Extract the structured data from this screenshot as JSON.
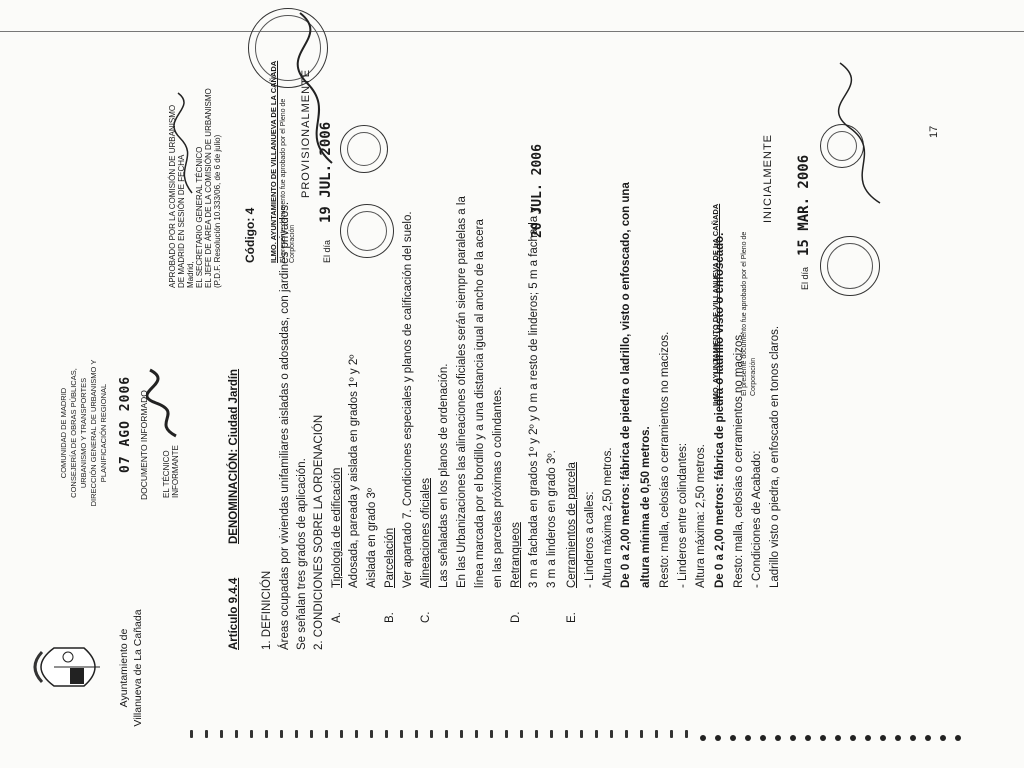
{
  "page_number": "17",
  "municipality": {
    "line1": "Ayuntamiento de",
    "line2": "Villanueva de La Cañada"
  },
  "header_agency": {
    "lines": [
      "COMUNIDAD DE MADRID",
      "CONSEJERÍA DE OBRAS PÚBLICAS,",
      "URBANISMO Y TRANSPORTES",
      "DIRECCIÓN GENERAL DE URBANISMO Y",
      "PLANIFICACIÓN REGIONAL"
    ],
    "stamp_date": "07 AGO 2006",
    "documento_informado": "DOCUMENTO INFORMADO",
    "tecnico_informante": "EL TÉCNICO INFORMANTE"
  },
  "approval_block": {
    "lines": [
      "APROBADO POR LA COMISIÓN DE URBANISMO",
      "DE MADRID EN SESIÓN DE FECHA",
      "Madrid,",
      "EL SECRETARIO GENERAL TÉCNICO",
      "EL JEFE DE ÁREA DE LA COMISIÓN DE URBANISMO",
      "(P.D.F. Resolución 10.333/06, de 6 de julio)"
    ]
  },
  "codigo": "Código: 4",
  "stamps": {
    "provisional": {
      "lines": [
        "ILMO. AYUNTAMIENTO DE VILLANUEVA DE LA CAÑADA",
        "El presente documento fue aprobado por el Pleno de",
        "Corporación"
      ],
      "state": "PROVISIONALMENTE",
      "el_dia": "El día",
      "date": "19 JUL. 2006"
    },
    "second_date": "20 JUL. 2006",
    "inicial": {
      "lines": [
        "ILMO. AYUNTAMIENTO DE VILLANUEVA DE LA CAÑADA",
        "El presente documento fue aprobado por el Pleno de",
        "Corporación"
      ],
      "state": "INICIALMENTE",
      "el_dia": "El día",
      "date": "15 MAR. 2006"
    }
  },
  "document": {
    "article_label": "Artículo 9.4.4",
    "denominacion": "DENOMINACIÓN: Ciudad Jardín",
    "lines": [
      "1.   DEFINICIÓN",
      "Áreas ocupadas por viviendas unifamiliares aisladas o adosadas, con jardines privados.",
      "Se señalan tres grados de aplicación.",
      "2.   CONDICIONES SOBRE LA ORDENACIÓN",
      "Tipología de edificación",
      "Adosada, pareada y aislada en grados 1º y 2º",
      "Aislada en grado 3º",
      "Parcelación",
      "Ver apartado 7. Condiciones especiales y planos de calificación del suelo.",
      "Alineaciones oficiales",
      "Las señaladas en los planos de ordenación.",
      "En las Urbanizaciones las alineaciones oficiales serán siempre paralelas a la",
      "línea marcada por el bordillo y a una distancia igual al ancho de la acera",
      "en las parcelas próximas o colindantes.",
      "Retranqueos",
      "3 m a fachada en grados 1º y 2º y 0 m a resto de linderos; 5 m a fachada y",
      "3 m a linderos en grado 3º.",
      "Cerramientos de parcela",
      "- Linderos a calles:",
      "Altura máxima 2,50 metros.",
      "De 0 a 2,00 metros: fábrica de piedra o ladrillo, visto o enfoscado, con una",
      "altura mínima de 0,50 metros.",
      "Resto: malla, celosías o cerramientos no macizos.",
      "- Linderos entre colindantes:",
      "Altura máxima: 2,50 metros.",
      "De 0 a 2,00 metros: fábrica de piedra o ladrillo visto o enfoscado.",
      "Resto: malla, celosías o cerramientos no macizos.",
      "- Condiciones de Acabado:",
      "Ladrillo visto o piedra, o enfoscado en tonos claros."
    ],
    "letters": [
      "A.",
      "B.",
      "C.",
      "D.",
      "E."
    ]
  }
}
